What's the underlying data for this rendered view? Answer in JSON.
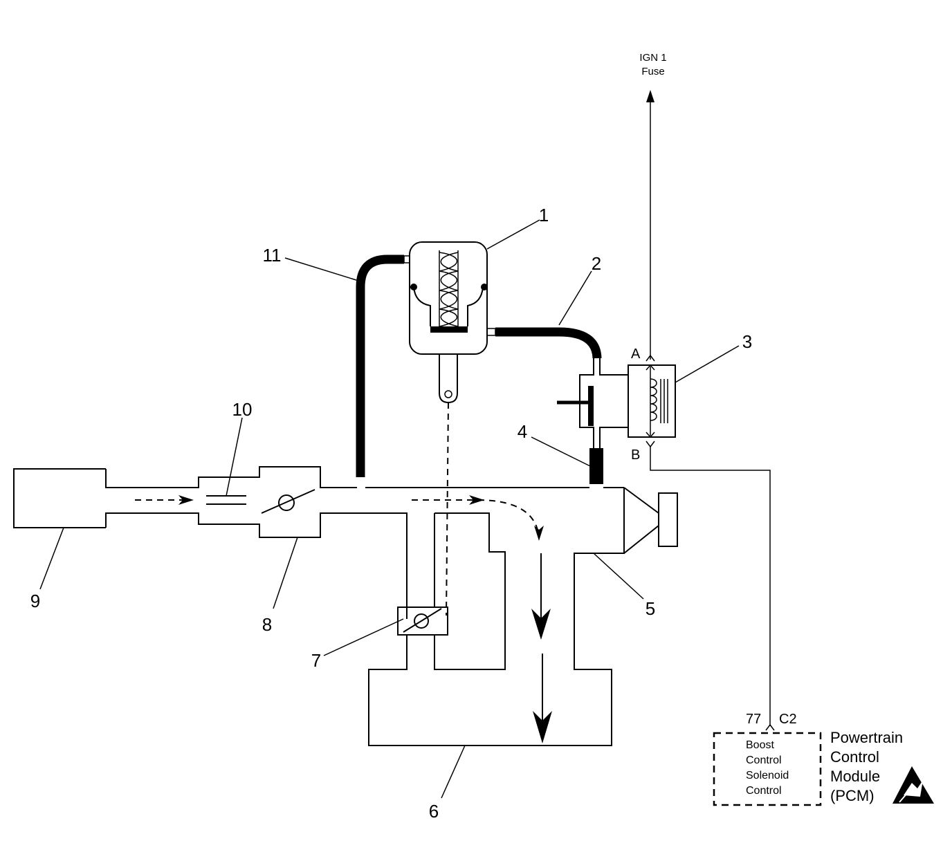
{
  "fuse": {
    "line1": "IGN 1",
    "line2": "Fuse"
  },
  "callouts": [
    "1",
    "2",
    "3",
    "4",
    "5",
    "6",
    "7",
    "8",
    "9",
    "10",
    "11"
  ],
  "pins": {
    "a": "A",
    "b": "B",
    "pin": "77",
    "connector": "C2"
  },
  "pcm_box": {
    "line1": "Boost",
    "line2": "Control",
    "line3": "Solenoid",
    "line4": "Control"
  },
  "pcm_label": {
    "line1": "Powertrain",
    "line2": "Control",
    "line3": "Module",
    "line4": "(PCM)"
  },
  "esd_icon": "esd-sensitive-icon"
}
